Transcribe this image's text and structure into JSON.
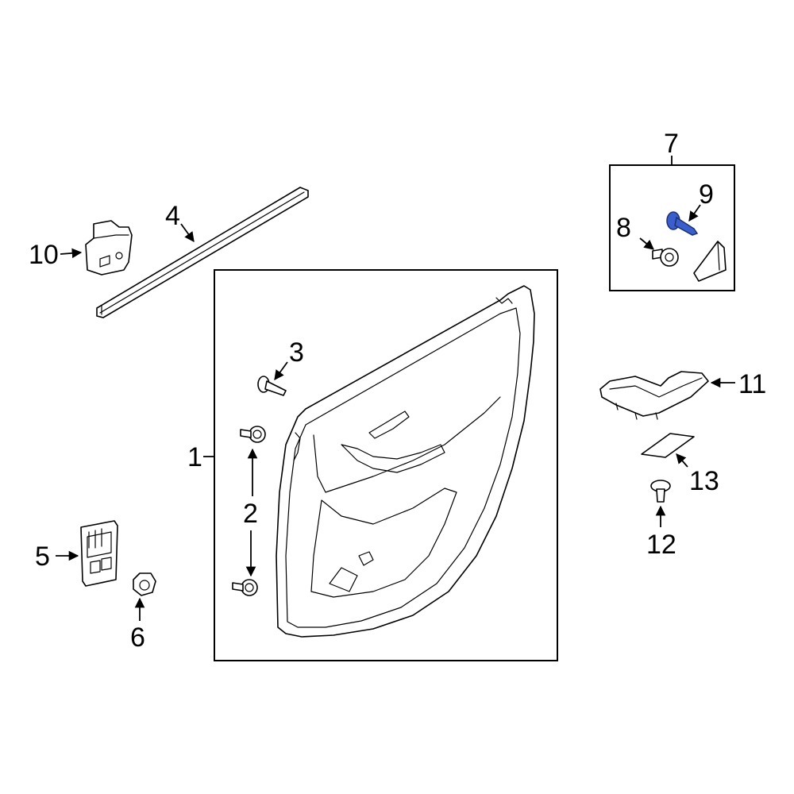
{
  "diagram": {
    "highlight_color": "#3a5fcd",
    "highlighted_part": "9",
    "callouts": {
      "c1": "1",
      "c2": "2",
      "c3": "3",
      "c4": "4",
      "c5": "5",
      "c6": "6",
      "c7": "7",
      "c8": "8",
      "c9": "9",
      "c10": "10",
      "c11": "11",
      "c12": "12",
      "c13": "13"
    }
  }
}
